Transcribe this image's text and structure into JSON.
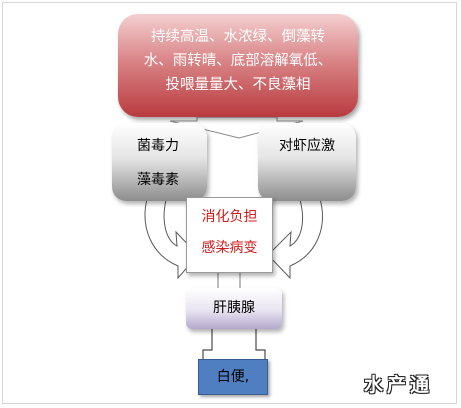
{
  "top_box": {
    "lines": [
      "持续高温、水浓绿、倒藻转",
      "水、雨转晴、底部溶解氧低、",
      "投喂量量大、不良藻相"
    ]
  },
  "left_box": {
    "lines": [
      "菌毒力",
      "藻毒素"
    ]
  },
  "right_box": {
    "label": "对虾应激"
  },
  "center_box": {
    "lines": [
      "消化负担",
      "感染病变"
    ]
  },
  "liver_box": {
    "label": "肝胰腺"
  },
  "stool_box": {
    "label": "白便,"
  },
  "logo": {
    "text": "水产通"
  },
  "colors": {
    "top_box_dark": "#b93a3f",
    "top_box_light": "#f4cfd0",
    "center_text": "#d11a1a",
    "stool_fill": "#4f7fc0",
    "liver_fill": "#b3a7cc"
  },
  "icons": {
    "arrows": [
      "down-arrow",
      "curved-arrow-left",
      "curved-arrow-right",
      "elbow-arrow"
    ]
  }
}
